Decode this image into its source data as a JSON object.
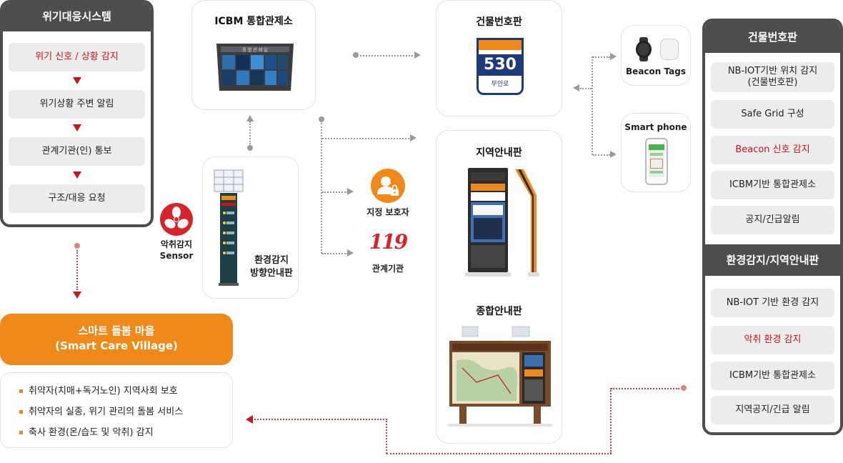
{
  "colors": {
    "accent_red": "#c8161d",
    "dark_gray": "#4d4d4d",
    "orange": "#ef8a1a",
    "navy": "#1e3a7a"
  },
  "crisis": {
    "title": "위기대응시스템",
    "steps": [
      "위기 신호 / 상황 감지",
      "위기상황 주변 알림",
      "관계기관(인) 통보",
      "구조/대응 요청"
    ]
  },
  "icbm": {
    "title": "ICBM 통합관제소",
    "screen_text": "통 합 관 제 실"
  },
  "building_plate": {
    "title": "건물번호판",
    "number": "530",
    "sub_text": "무안로"
  },
  "beacon": {
    "label": "Beacon Tags"
  },
  "smartphone": {
    "label": "Smart phone"
  },
  "sensor": {
    "label_line1": "악취감지",
    "label_line2": "Sensor"
  },
  "env_sign": {
    "label_line1": "환경감지",
    "label_line2": "방향안내판"
  },
  "guardian": {
    "label": "지정 보호자"
  },
  "agency": {
    "label": "관계기관",
    "logo_text": "119"
  },
  "regional": {
    "title": "지역안내판"
  },
  "general": {
    "title": "종합안내판"
  },
  "village": {
    "title_line1": "스마트 돌봄 마을",
    "title_line2": "(Smart Care Village)",
    "bullets": [
      "취약자(치매+독거노인) 지역사회 보호",
      "취약자의 실종, 위기 관리의 돌봄 서비스",
      "축사 환경(온/습도 및 악취) 감지"
    ]
  },
  "right_panel_1": {
    "title": "건물번호판",
    "items": [
      {
        "line1": "NB-IOT기반 위치 감지",
        "line2": "(건물번호판)"
      },
      {
        "line1": "Safe Grid 구성",
        "line2": ""
      },
      {
        "line1": "Beacon 신호 감지",
        "line2": ""
      },
      {
        "line1": "ICBM기반 통합관제소",
        "line2": ""
      },
      {
        "line1": "공지/긴급알림",
        "line2": ""
      }
    ]
  },
  "right_panel_2": {
    "title": "환경감지/지역안내판",
    "items": [
      "NB-IOT 기반 환경 감지",
      "악취 환경 감지",
      "ICBM기반 통합관제소",
      "지역공지/긴급 알림"
    ]
  }
}
